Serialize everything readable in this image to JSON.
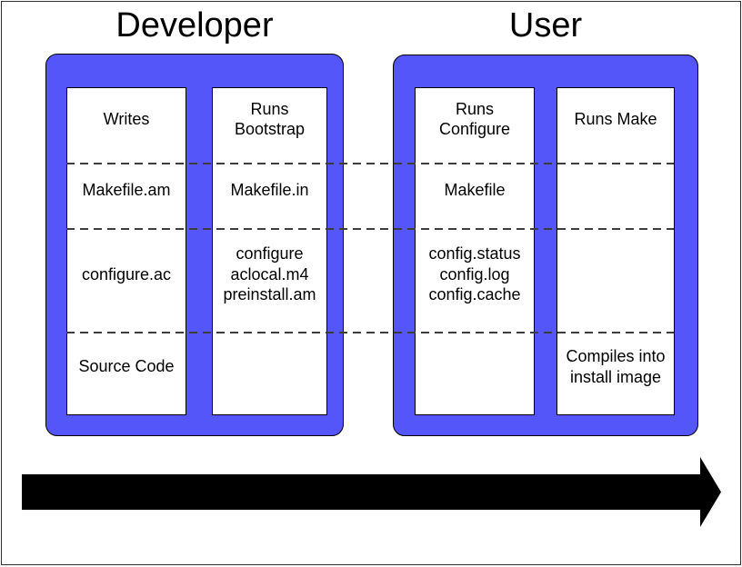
{
  "colors": {
    "box_blue": "#5456FA",
    "outline_black": "#000000",
    "dash_gray": "#3d3d3d",
    "arrow_black": "#000000",
    "frame_border": "#2f2f2f",
    "background": "#ffffff",
    "text_black": "#000000"
  },
  "sections": [
    {
      "title": "Developer",
      "columns": [
        {
          "rows": [
            "Writes",
            "Makefile.am",
            "configure.ac",
            "Source Code"
          ]
        },
        {
          "rows": [
            "Runs\nBootstrap",
            "Makefile.in",
            "configure\naclocal.m4\npreinstall.am",
            ""
          ]
        }
      ]
    },
    {
      "title": "User",
      "columns": [
        {
          "rows": [
            "Runs\nConfigure",
            "Makefile",
            "config.status\nconfig.log\nconfig.cache",
            ""
          ]
        },
        {
          "rows": [
            "Runs Make",
            "",
            "",
            "Compiles into\ninstall image"
          ]
        }
      ]
    }
  ],
  "arrow": {
    "direction": "right"
  }
}
